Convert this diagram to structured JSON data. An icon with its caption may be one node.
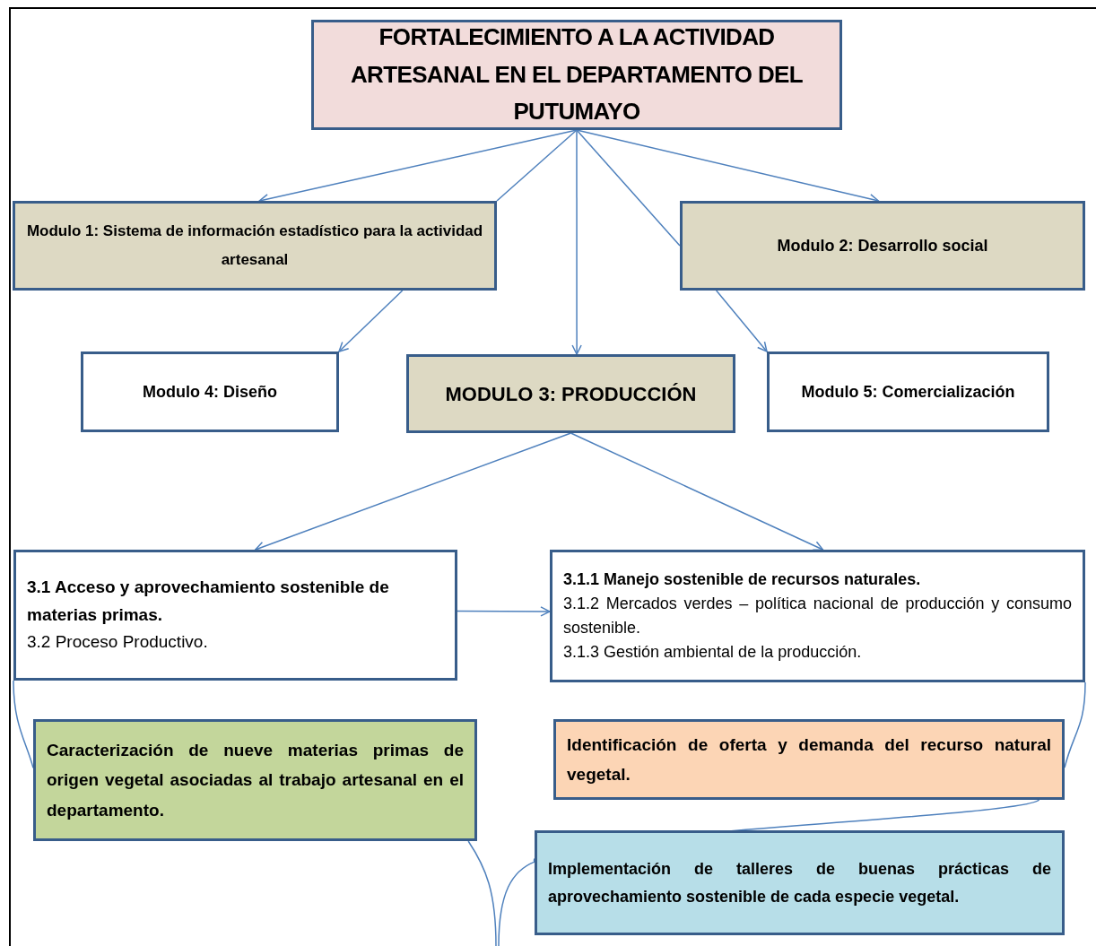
{
  "diagram": {
    "nodes": [
      {
        "text": [
          "FORTALECIMIENTO A LA ACTIVIDAD ARTESANAL EN EL DEPARTAMENTO DEL PUTUMAYO"
        ]
      },
      {
        "text": [
          "Modulo 1: Sistema de información estadístico para la actividad artesanal"
        ]
      },
      {
        "text": [
          "Modulo 2: Desarrollo social"
        ]
      },
      {
        "text": [
          "Modulo 4: Diseño"
        ]
      },
      {
        "text": [
          "MODULO 3: PRODUCCIÓN"
        ]
      },
      {
        "text": [
          "Modulo 5: Comercialización"
        ]
      },
      {
        "text": [
          "3.1 Acceso y aprovechamiento sostenible de materias primas.",
          "3.2 Proceso Productivo."
        ]
      },
      {
        "text": [
          "3.1.1 Manejo sostenible de recursos naturales.",
          "3.1.2 Mercados verdes – política nacional de producción y consumo sostenible.",
          "3.1.3 Gestión ambiental de la producción."
        ]
      },
      {
        "text": [
          "Caracterización de nueve materias primas de origen vegetal asociadas al trabajo artesanal en el departamento."
        ]
      },
      {
        "text": [
          "Identificación de oferta y demanda del recurso natural vegetal."
        ]
      },
      {
        "text": [
          "Implementación de talleres de buenas prácticas de aprovechamiento sostenible de cada especie vegetal."
        ]
      }
    ],
    "edges": [
      {
        "from": 0,
        "to": 1,
        "arrow": "to"
      },
      {
        "from": 0,
        "to": 2,
        "arrow": "to"
      },
      {
        "from": 0,
        "to": 4,
        "arrow": "to"
      },
      {
        "from": 0,
        "to": 1,
        "arrow": "none"
      },
      {
        "from": 1,
        "to": 3,
        "arrow": "to"
      },
      {
        "from": 0,
        "to": 2,
        "arrow": "none"
      },
      {
        "from": 2,
        "to": 5,
        "arrow": "to"
      },
      {
        "from": 4,
        "to": 6,
        "arrow": "to"
      },
      {
        "from": 4,
        "to": 7,
        "arrow": "to"
      },
      {
        "from": 6,
        "to": 7,
        "arrow": "to"
      },
      {
        "from": 6,
        "to": 8,
        "arrow": "none"
      },
      {
        "from": 7,
        "to": 9,
        "arrow": "none"
      },
      {
        "from": 9,
        "to": 10,
        "arrow": "none"
      },
      {
        "from": 8,
        "to": null,
        "arrow": "none"
      },
      {
        "from": 10,
        "to": null,
        "arrow": "none"
      }
    ]
  }
}
